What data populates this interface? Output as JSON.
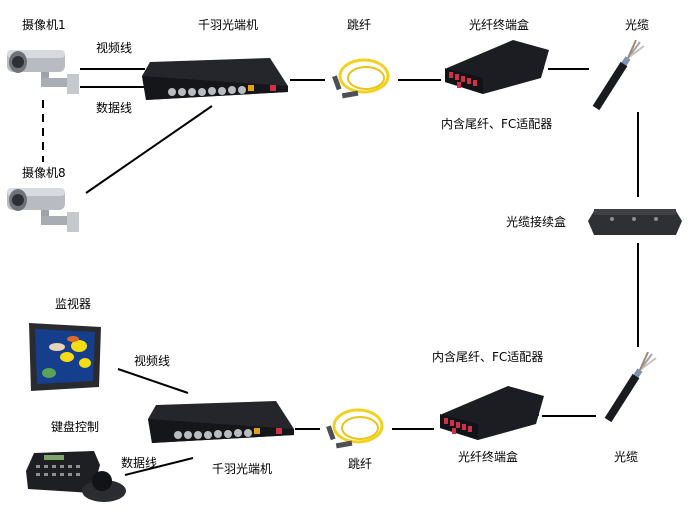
{
  "top": {
    "camera1_label": "摄像机1",
    "camera8_label": "摄像机8",
    "video_line_label": "视频线",
    "data_line_label": "数据线",
    "transceiver_label": "千羽光端机",
    "patch_cord_label": "跳纤",
    "terminal_box_label": "光纤终端盒",
    "terminal_box_note": "内含尾纤、FC适配器",
    "cable_label": "光缆"
  },
  "middle": {
    "splice_box_label": "光缆接续盒"
  },
  "bottom": {
    "monitor_label": "监视器",
    "video_line_label": "视频线",
    "keyboard_label": "键盘控制",
    "data_line_label": "数据线",
    "transceiver_label": "千羽光端机",
    "patch_cord_label": "跳纤",
    "terminal_box_label": "光纤终端盒",
    "terminal_box_note": "内含尾纤、FC适配器",
    "cable_label": "光缆"
  },
  "colors": {
    "line": "#000000",
    "device_body": "#1c1d22",
    "fiber_yellow": "#f2d21e",
    "adapter_red": "#d0304a"
  }
}
